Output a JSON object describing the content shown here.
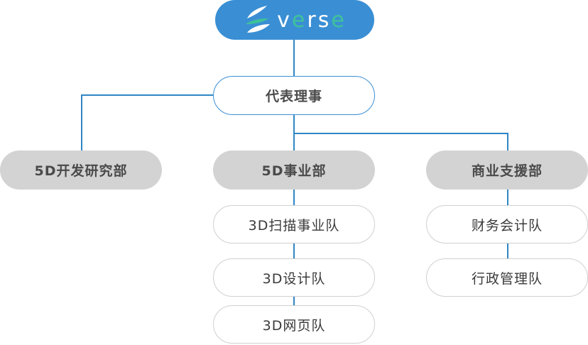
{
  "logo": {
    "brand": "verse",
    "letters": [
      "v",
      "e",
      "r",
      "s",
      "e"
    ]
  },
  "representative": {
    "label": "代表理事"
  },
  "departments": [
    {
      "label": "5D开发研究部",
      "teams": []
    },
    {
      "label": "5D事业部",
      "teams": [
        {
          "label": "3D扫描事业队"
        },
        {
          "label": "3D设计队"
        },
        {
          "label": "3D网页队"
        }
      ]
    },
    {
      "label": "商业支援部",
      "teams": [
        {
          "label": "财务会计队"
        },
        {
          "label": "行政管理队"
        }
      ]
    }
  ],
  "colors": {
    "primary": "#3a8fd4",
    "accent": "#3fc29a",
    "dept_bg": "#d3d3d3",
    "line": "#2f86c4"
  }
}
